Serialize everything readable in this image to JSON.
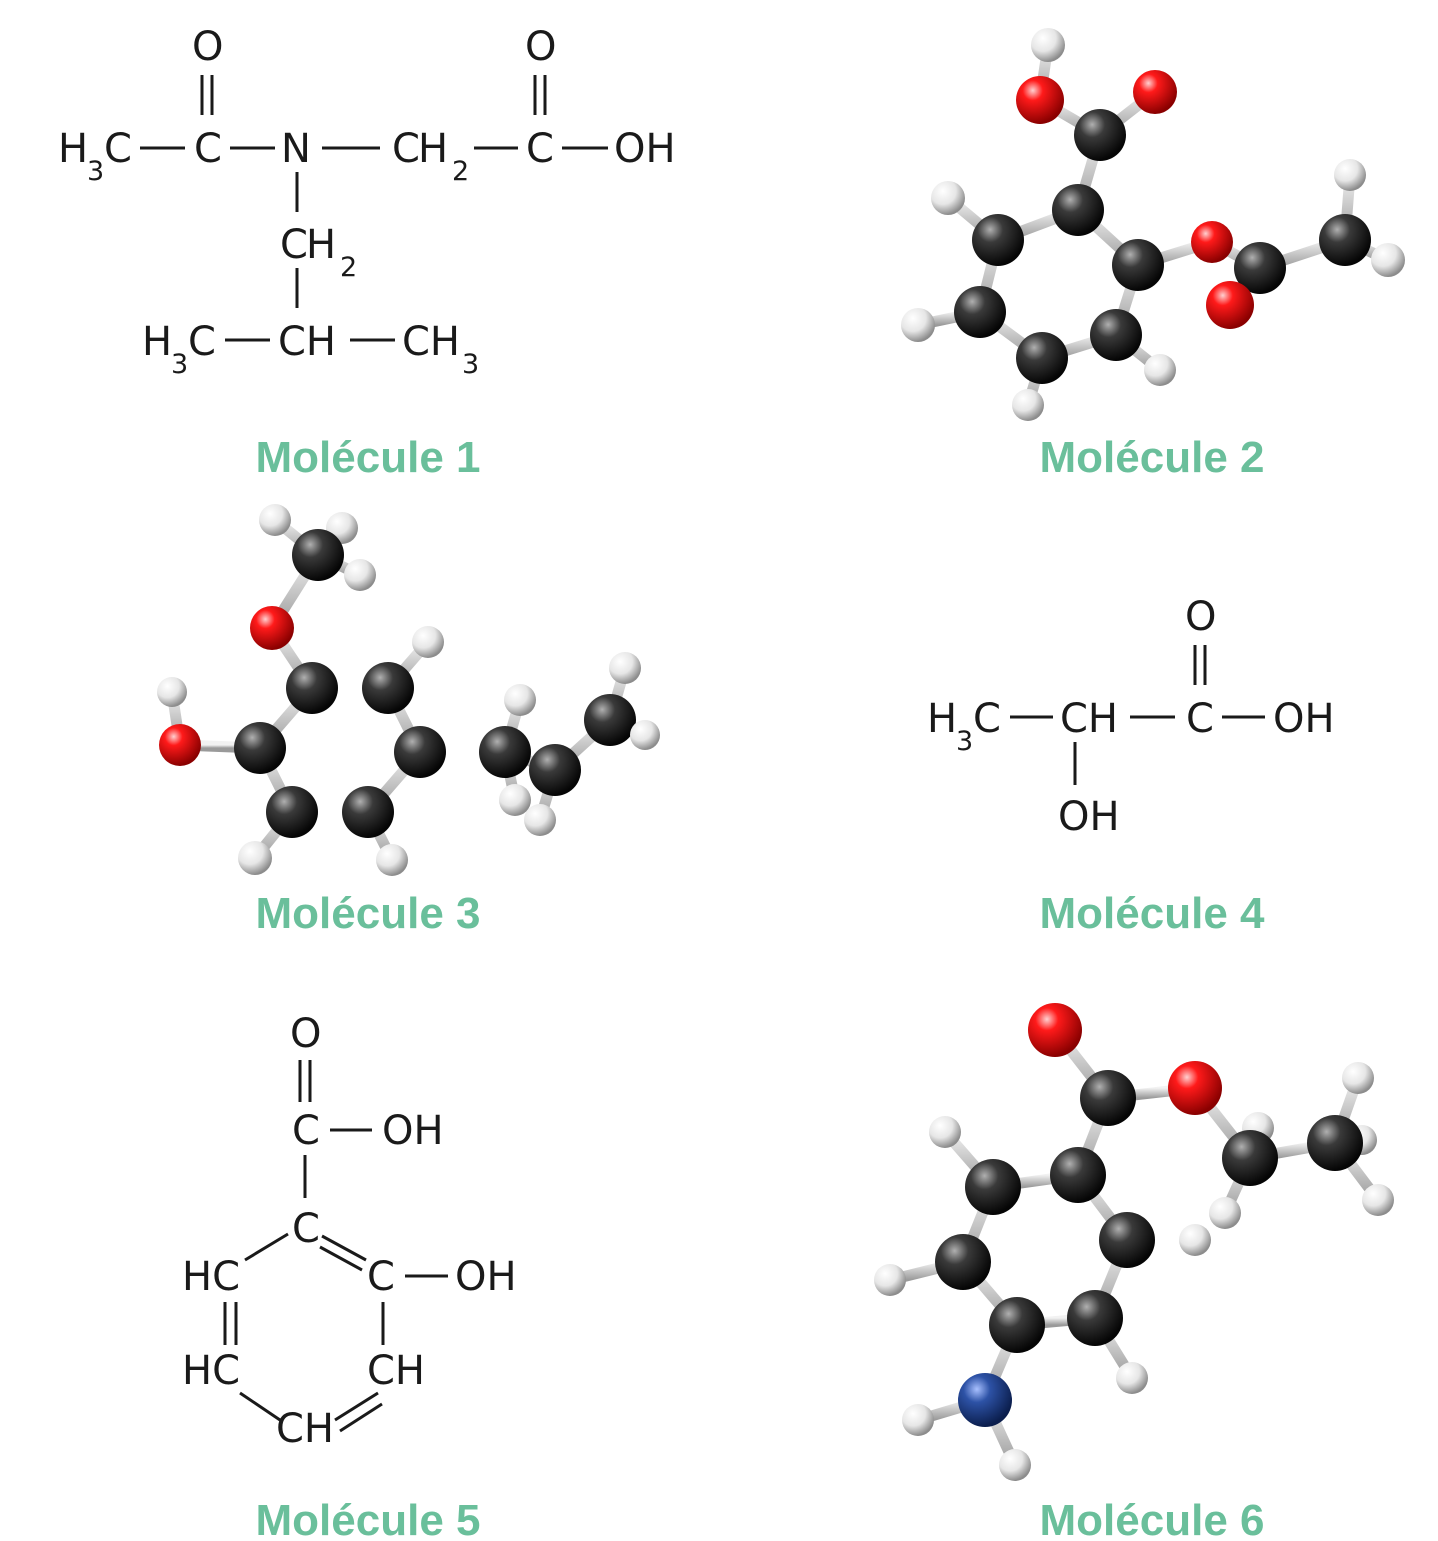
{
  "colors": {
    "caption": "#6abf9b",
    "carbon": "#2b2b2b",
    "oxygen": "#e01010",
    "hydrogen": "#f0f0f0",
    "nitrogen": "#2a4f9a"
  },
  "captions": {
    "m1": "Molécule 1",
    "m2": "Molécule 2",
    "m3": "Molécule 3",
    "m4": "Molécule 4",
    "m5": "Molécule 5",
    "m6": "Molécule 6"
  },
  "atoms": {
    "O": "O",
    "C": "C",
    "N": "N",
    "H": "H",
    "OH": "OH",
    "CH": "CH",
    "HC": "HC",
    "sub2": "2",
    "sub3": "3"
  },
  "icons": {
    "m2": "ball-and-stick-model",
    "m3": "ball-and-stick-model",
    "m6": "ball-and-stick-model"
  }
}
